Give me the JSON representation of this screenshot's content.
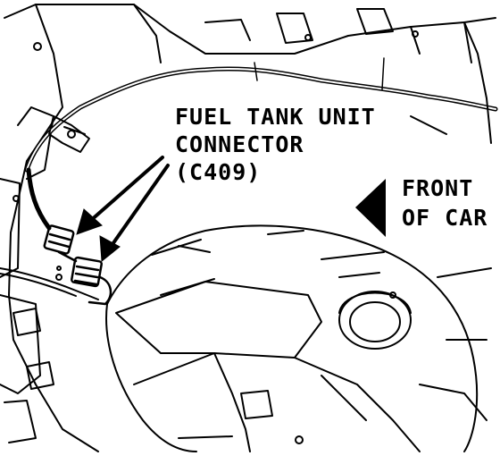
{
  "callout": {
    "line1": "FUEL TANK UNIT",
    "line2": "CONNECTOR",
    "line3": "(C409)"
  },
  "orientation": {
    "line1": "FRONT",
    "line2": "OF CAR"
  },
  "colors": {
    "ink": "#000000",
    "paper": "#ffffff"
  }
}
